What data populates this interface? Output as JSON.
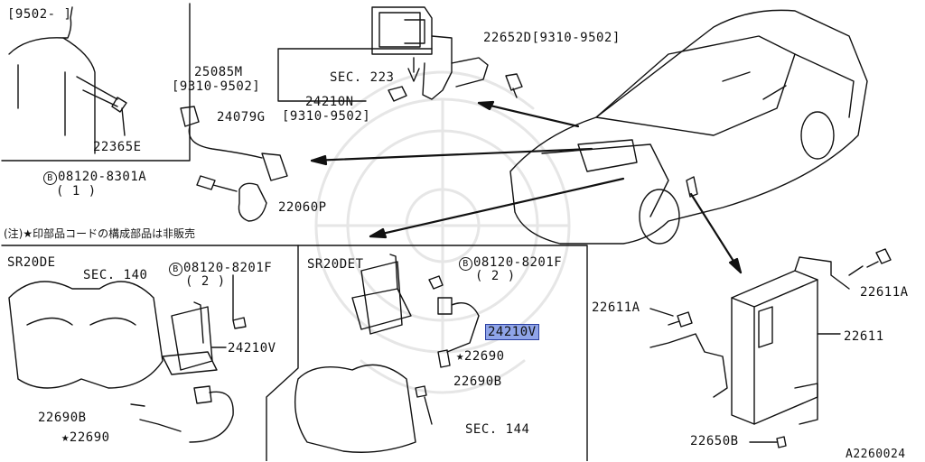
{
  "labels": {
    "range_9502": "[9502-      ]",
    "p22365E": "22365E",
    "p25085M": "25085M",
    "range_9310_9502_a": "[9310-9502]",
    "sec223": "SEC. 223",
    "p24210N": "24210N",
    "range_9310_9502_b": "[9310-9502]",
    "p22652D": "22652D[9310-9502]",
    "p24079G": "24079G",
    "bolt_B": "B",
    "p08120_8301A": "08120-8301A",
    "qty_1": "( 1 )",
    "p22060P": "22060P",
    "note_jp": "(注)★印部品コードの構成部品は非販売",
    "sr20de": "SR20DE",
    "sec140": "SEC. 140",
    "p08120_8201F_a": "08120-8201F",
    "qty_2_a": "( 2 )",
    "p24210V_a": "24210V",
    "p22690B_a": "22690B",
    "p22690_a": "★22690",
    "sr20det": "SR20DET",
    "p08120_8201F_b": "08120-8201F",
    "qty_2_b": "( 2 )",
    "p24210V_b": "24210V",
    "p22690_b": "★22690",
    "p22690B_b": "22690B",
    "sec144": "SEC. 144",
    "p22611A_a": "22611A",
    "p22611A_b": "22611A",
    "p22611": "22611",
    "p22650B": "22650B",
    "drawing_no": "A2260024"
  },
  "colors": {
    "line": "#111111",
    "highlight": "#8fa4e8",
    "watermark": "#e6e6e6"
  }
}
